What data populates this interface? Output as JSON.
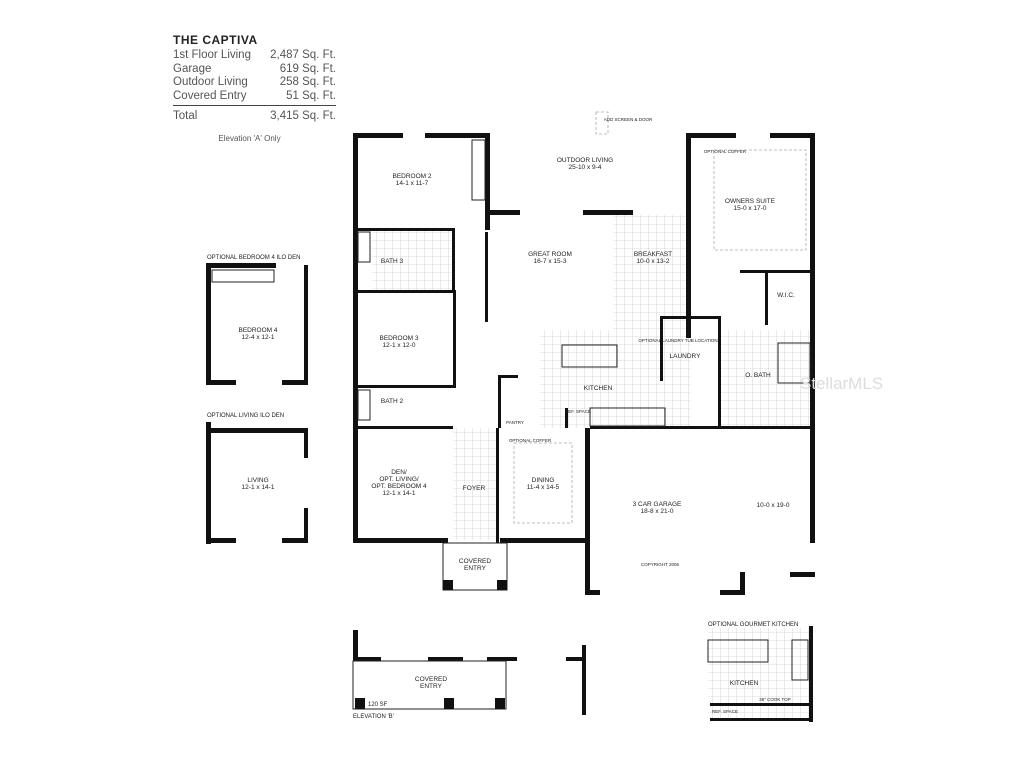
{
  "plan": {
    "title": "THE CAPTIVA",
    "areas": [
      {
        "label": "1st Floor Living",
        "value": "2,487 Sq. Ft."
      },
      {
        "label": "Garage",
        "value": "619 Sq. Ft."
      },
      {
        "label": "Outdoor Living",
        "value": "258 Sq. Ft."
      },
      {
        "label": "Covered Entry",
        "value": "51 Sq. Ft."
      }
    ],
    "total": {
      "label": "Total",
      "value": "3,415 Sq. Ft."
    },
    "note": "Elevation 'A' Only"
  },
  "rooms": {
    "bedroom2": {
      "name": "BEDROOM 2",
      "size": "14-1 x 11-7"
    },
    "outdoor_living": {
      "name": "OUTDOOR LIVING",
      "size": "25-10 x 9-4"
    },
    "owners_suite": {
      "name": "OWNERS SUITE",
      "size": "15-0 x 17-0"
    },
    "great_room": {
      "name": "GREAT ROOM",
      "size": "16-7 x 15-3"
    },
    "breakfast": {
      "name": "BREAKFAST",
      "size": "10-0 x 13-2"
    },
    "bath3": {
      "name": "BATH 3"
    },
    "bedroom3": {
      "name": "BEDROOM 3",
      "size": "12-1 x 12-0"
    },
    "bath2": {
      "name": "BATH 2"
    },
    "kitchen": {
      "name": "KITCHEN"
    },
    "laundry": {
      "name": "LAUNDRY"
    },
    "wic": {
      "name": "W.I.C."
    },
    "obath": {
      "name": "O. BATH"
    },
    "den": {
      "line1": "DEN/",
      "line2": "OPT. LIVING/",
      "line3": "OPT. BEDROOM 4",
      "size": "12-1 x 14-1"
    },
    "foyer": {
      "name": "FOYER"
    },
    "dining": {
      "name": "DINING",
      "size": "11-4 x 14-5"
    },
    "garage": {
      "name": "3 CAR GARAGE",
      "size": "18-8 x 21-0",
      "size2": "10-0 x 19-0"
    },
    "covered_entry": {
      "line1": "COVERED",
      "line2": "ENTRY"
    }
  },
  "annotations": {
    "screen_door": "ADD SCREEN & DOOR",
    "optional_coffer": "OPTIONAL COFFER",
    "pantry": "PANTRY",
    "ref_space": "REF. SPACE",
    "optional_laundry": "OPTIONAL LAUNDRY TUB LOCATION",
    "copyright": "COPYRIGHT 2006"
  },
  "options": {
    "bedroom4": {
      "heading": "OPTIONAL BEDROOM 4 ILO DEN",
      "name": "BEDROOM 4",
      "size": "12-4 x 12-1"
    },
    "living": {
      "heading": "OPTIONAL LIVING ILO DEN",
      "name": "LIVING",
      "size": "12-1 x 14-1"
    },
    "elevation_b": {
      "line1": "COVERED",
      "line2": "ENTRY",
      "area": "120 SF",
      "caption": "ELEVATION 'B'"
    },
    "gourmet": {
      "heading": "OPTIONAL GOURMET KITCHEN",
      "name": "KITCHEN",
      "ref_space": "REF. SPACE",
      "cooktop": "36\" COOK TOP"
    }
  },
  "watermark": "StellarMLS"
}
